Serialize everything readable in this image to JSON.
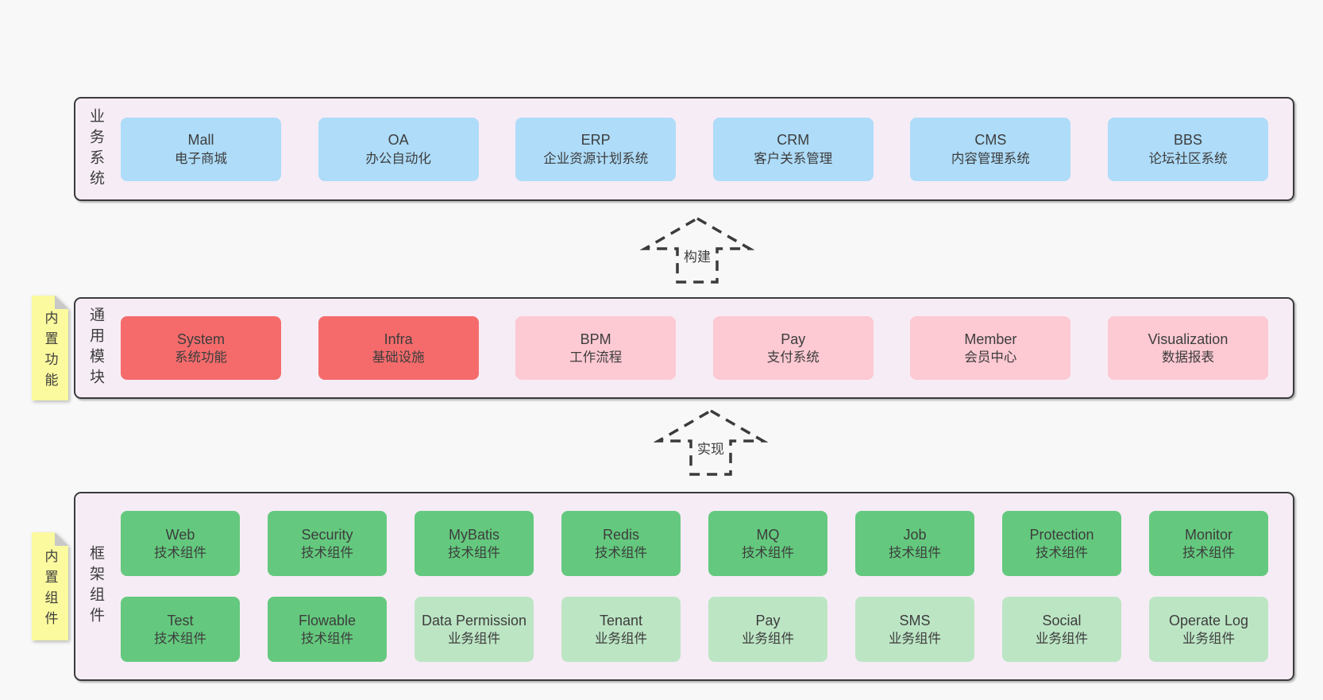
{
  "colors": {
    "page_background": "#f8f8f8",
    "band_background": "#f6ecf5",
    "band_border": "#3b3b3b",
    "box_blue": "#aedcf9",
    "box_red": "#f56b6b",
    "box_pink": "#fdc9d3",
    "box_green": "#64c97e",
    "box_light_green": "#bce5c4",
    "note_yellow": "#fbfa9e",
    "note_fold_gray": "#c8c8c8",
    "text": "#3d3d3d"
  },
  "arrows": [
    {
      "label": "构建"
    },
    {
      "label": "实现"
    }
  ],
  "notes": [
    {
      "label": "内置功能"
    },
    {
      "label": "内置组件"
    }
  ],
  "bands": [
    {
      "label": "业务系统",
      "boxes": [
        {
          "title": "Mall",
          "subtitle": "电子商城"
        },
        {
          "title": "OA",
          "subtitle": "办公自动化"
        },
        {
          "title": "ERP",
          "subtitle": "企业资源计划系统"
        },
        {
          "title": "CRM",
          "subtitle": "客户关系管理"
        },
        {
          "title": "CMS",
          "subtitle": "内容管理系统"
        },
        {
          "title": "BBS",
          "subtitle": "论坛社区系统"
        }
      ]
    },
    {
      "label": "通用模块",
      "boxes": [
        {
          "title": "System",
          "subtitle": "系统功能"
        },
        {
          "title": "Infra",
          "subtitle": "基础设施"
        },
        {
          "title": "BPM",
          "subtitle": "工作流程"
        },
        {
          "title": "Pay",
          "subtitle": "支付系统"
        },
        {
          "title": "Member",
          "subtitle": "会员中心"
        },
        {
          "title": "Visualization",
          "subtitle": "数据报表"
        }
      ]
    },
    {
      "label": "框架组件",
      "rows": [
        [
          {
            "title": "Web",
            "subtitle": "技术组件"
          },
          {
            "title": "Security",
            "subtitle": "技术组件"
          },
          {
            "title": "MyBatis",
            "subtitle": "技术组件"
          },
          {
            "title": "Redis",
            "subtitle": "技术组件"
          },
          {
            "title": "MQ",
            "subtitle": "技术组件"
          },
          {
            "title": "Job",
            "subtitle": "技术组件"
          },
          {
            "title": "Protection",
            "subtitle": "技术组件"
          },
          {
            "title": "Monitor",
            "subtitle": "技术组件"
          }
        ],
        [
          {
            "title": "Test",
            "subtitle": "技术组件"
          },
          {
            "title": "Flowable",
            "subtitle": "技术组件"
          },
          {
            "title": "Data Permission",
            "subtitle": "业务组件"
          },
          {
            "title": "Tenant",
            "subtitle": "业务组件"
          },
          {
            "title": "Pay",
            "subtitle": "业务组件"
          },
          {
            "title": "SMS",
            "subtitle": "业务组件"
          },
          {
            "title": "Social",
            "subtitle": "业务组件"
          },
          {
            "title": "Operate Log",
            "subtitle": "业务组件"
          }
        ]
      ]
    }
  ]
}
